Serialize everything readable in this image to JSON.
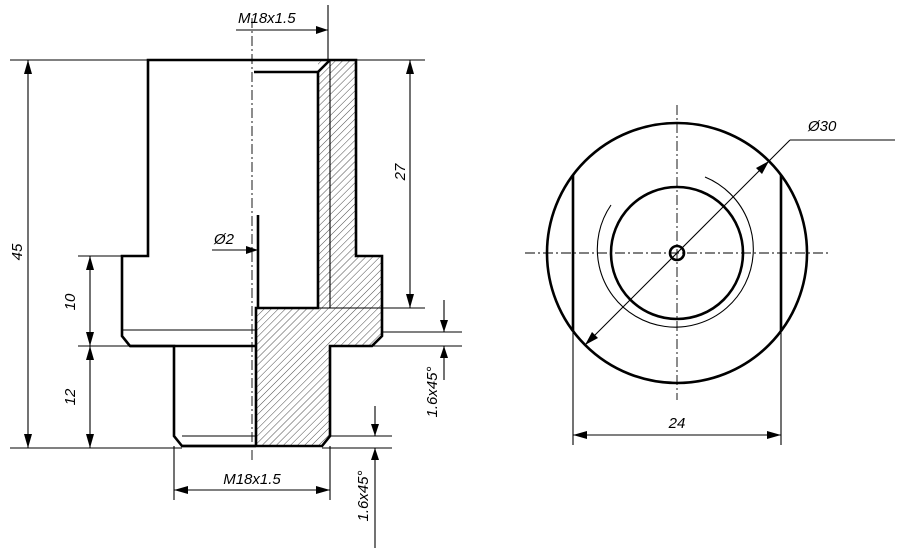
{
  "front_view": {
    "top_thread_label": "M18x1.5",
    "bottom_thread_label": "M18x1.5",
    "overall_height_label": "45",
    "bore_depth_label": "27",
    "hex_height_label": "10",
    "thread_length_label": "12",
    "hole_dia_label": "Ø2",
    "chamfer_upper_label": "1.6x45°",
    "chamfer_lower_label": "1.6x45°"
  },
  "side_view": {
    "outer_dia_label": "Ø30",
    "flats_width_label": "24"
  }
}
